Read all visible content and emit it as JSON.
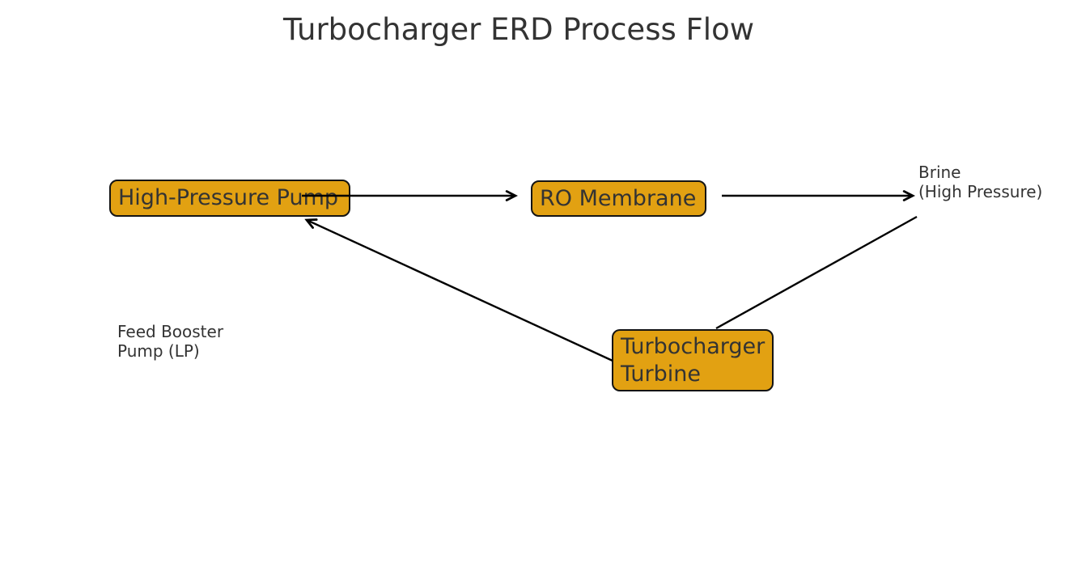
{
  "title": "Turbocharger ERD Process Flow",
  "colors": {
    "background": "#FFFFFF",
    "node_fill": "#E2A112",
    "node_border": "#141414",
    "text": "#333333",
    "edge": "#000000"
  },
  "nodes": {
    "high_pressure_pump": {
      "label": "High-Pressure Pump"
    },
    "ro_membrane": {
      "label": "RO Membrane"
    },
    "turbocharger_turbine": {
      "label": "Turbocharger Turbine",
      "lines": [
        "Turbocharger",
        "Turbine"
      ]
    }
  },
  "annotations": {
    "brine": {
      "label": "Brine (High Pressure)",
      "lines": [
        "Brine",
        "(High Pressure)"
      ]
    },
    "feed_booster_pump": {
      "label": "Feed Booster Pump (LP)",
      "lines": [
        "Feed Booster",
        "Pump (LP)"
      ]
    }
  },
  "edges": [
    {
      "name": "pump-to-membrane",
      "from": "high_pressure_pump",
      "to": "ro_membrane",
      "arrowhead": true
    },
    {
      "name": "membrane-to-brine",
      "from": "ro_membrane",
      "to": "brine",
      "arrowhead": true
    },
    {
      "name": "brine-to-turbine",
      "from": "brine",
      "to": "turbocharger_turbine",
      "arrowhead": false
    },
    {
      "name": "turbine-to-pump",
      "from": "turbocharger_turbine",
      "to": "high_pressure_pump",
      "arrowhead": true
    }
  ]
}
